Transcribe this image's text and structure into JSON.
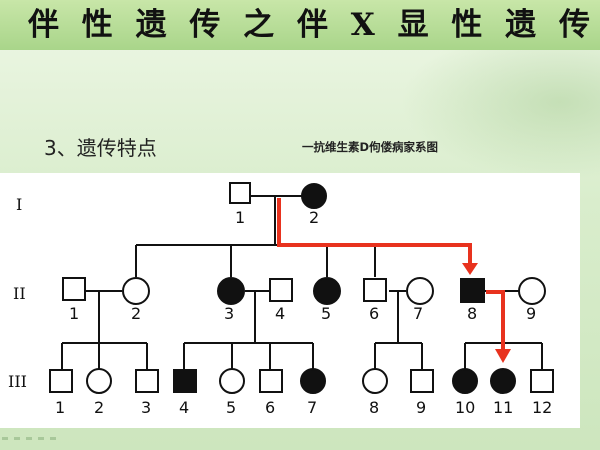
{
  "title": "伴 性 遗 传 之 伴 X 显 性 遗 传",
  "section_heading": "3、遗传特点",
  "diagram_caption": "一抗维生素D佝偻病家系图",
  "generations": [
    "I",
    "II",
    "III"
  ],
  "individuals": {
    "I": [
      {
        "id": "1",
        "sex": "male",
        "affected": false
      },
      {
        "id": "2",
        "sex": "female",
        "affected": true
      }
    ],
    "II": [
      {
        "id": "1",
        "sex": "male",
        "affected": false
      },
      {
        "id": "2",
        "sex": "female",
        "affected": false
      },
      {
        "id": "3",
        "sex": "female",
        "affected": true
      },
      {
        "id": "4",
        "sex": "male",
        "affected": false
      },
      {
        "id": "5",
        "sex": "female",
        "affected": true
      },
      {
        "id": "6",
        "sex": "male",
        "affected": false
      },
      {
        "id": "7",
        "sex": "female",
        "affected": false
      },
      {
        "id": "8",
        "sex": "male",
        "affected": true
      },
      {
        "id": "9",
        "sex": "female",
        "affected": false
      }
    ],
    "III": [
      {
        "id": "1",
        "sex": "male",
        "affected": false
      },
      {
        "id": "2",
        "sex": "female",
        "affected": false
      },
      {
        "id": "3",
        "sex": "male",
        "affected": false
      },
      {
        "id": "4",
        "sex": "male",
        "affected": true
      },
      {
        "id": "5",
        "sex": "female",
        "affected": false
      },
      {
        "id": "6",
        "sex": "male",
        "affected": false
      },
      {
        "id": "7",
        "sex": "female",
        "affected": true
      },
      {
        "id": "8",
        "sex": "female",
        "affected": false
      },
      {
        "id": "9",
        "sex": "male",
        "affected": false
      },
      {
        "id": "10",
        "sex": "female",
        "affected": true
      },
      {
        "id": "11",
        "sex": "female",
        "affected": true
      },
      {
        "id": "12",
        "sex": "male",
        "affected": false
      }
    ]
  },
  "colors": {
    "title_band": "#a9d58a",
    "affected_fill": "#111111",
    "inheritance_arrow": "#e8321e"
  }
}
